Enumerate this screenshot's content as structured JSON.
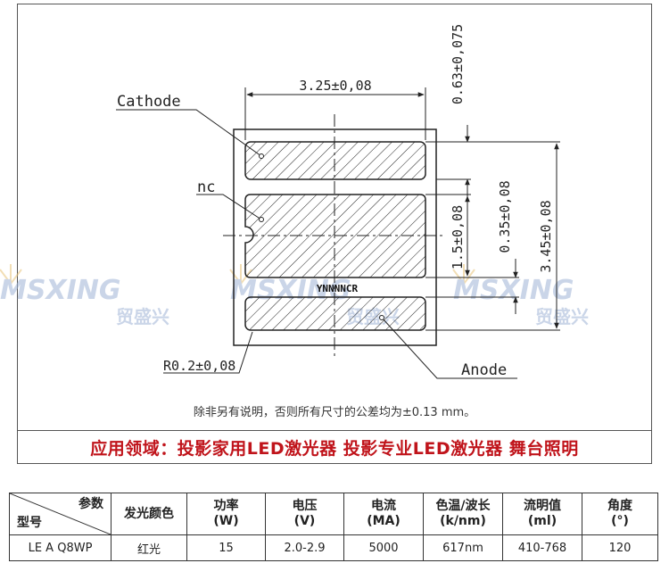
{
  "diagram": {
    "callouts": {
      "cathode": "Cathode",
      "nc": "nc",
      "anode": "Anode",
      "radius": "R0.2±0,08"
    },
    "dimensions": {
      "width": "3.25±0,08",
      "top_gap": "0.63±0,075",
      "middle_height": "1.5±0,08",
      "pad_gap": "0.35±0,08",
      "total_height": "3.45±0,08"
    },
    "chip_marking": "YNNNNCR",
    "tolerance_note": "除非另有说明，否则所有尺寸的公差均为±0.13 mm。"
  },
  "watermark": {
    "brand": "MSXING",
    "brand_cn": "贸盛兴"
  },
  "banner": {
    "text": "应用领域：投影家用LED激光器 投影专业LED激光器 舞台照明"
  },
  "spec_table": {
    "corner_top": "参数",
    "corner_bottom": "型号",
    "headers": [
      [
        "发光颜色"
      ],
      [
        "功率",
        "(W)"
      ],
      [
        "电压",
        "(V)"
      ],
      [
        "电流",
        "(MA)"
      ],
      [
        "色温/波长",
        "(k/nm)"
      ],
      [
        "流明值",
        "(ml)"
      ],
      [
        "角度",
        "(°)"
      ]
    ],
    "row": {
      "model": "LE A Q8WP",
      "color": "红光",
      "power": "15",
      "voltage": "2.0-2.9",
      "current": "5000",
      "wavelength": "617nm",
      "lumen": "410-768",
      "angle": "120"
    }
  },
  "colors": {
    "banner_text": "#c0141b",
    "watermark_blue": "#9fb4d6",
    "watermark_gold": "#e8c47a",
    "line": "#222222"
  }
}
